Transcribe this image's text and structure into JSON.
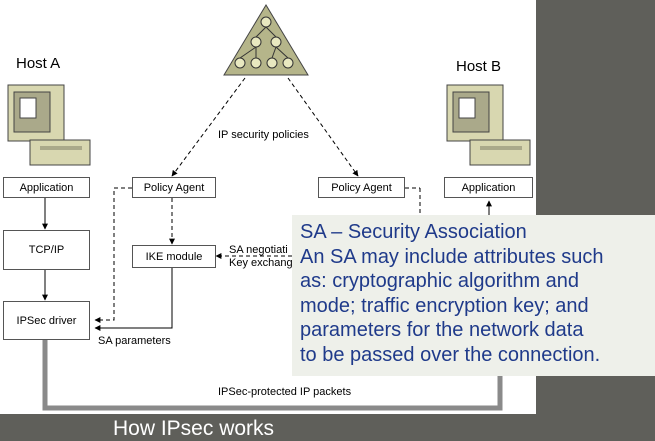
{
  "hosts": {
    "a": "Host A",
    "b": "Host B"
  },
  "boxes": {
    "app_a": "Application",
    "tcpip_a": "TCP/IP",
    "ipsec_driver_a": "IPSec driver",
    "policy_agent_a": "Policy Agent",
    "ike_module_a": "IKE module",
    "policy_agent_b": "Policy Agent",
    "app_b": "Application"
  },
  "labels": {
    "ip_security_policies": "IP security policies",
    "sa_negotiation": "SA negotiati",
    "key_exchange": "Key exchang",
    "sa_parameters": "SA parameters",
    "ipsec_packets": "IPSec-protected IP packets"
  },
  "callout": {
    "lines": [
      "SA – Security Association",
      "An SA may include attributes such",
      "as: cryptographic algorithm and",
      "mode; traffic encryption key; and",
      "parameters for the network data",
      "to be passed over the connection."
    ]
  },
  "caption": "How IPsec works",
  "colors": {
    "callout_text": "#1f3a8a",
    "triangle_fill": "#b5b58a",
    "computer_fill": "#d8d7b0",
    "background": "#5f5f5a"
  },
  "icons": {
    "policy_store": "directory-tree-icon",
    "computer": "computer-icon"
  }
}
